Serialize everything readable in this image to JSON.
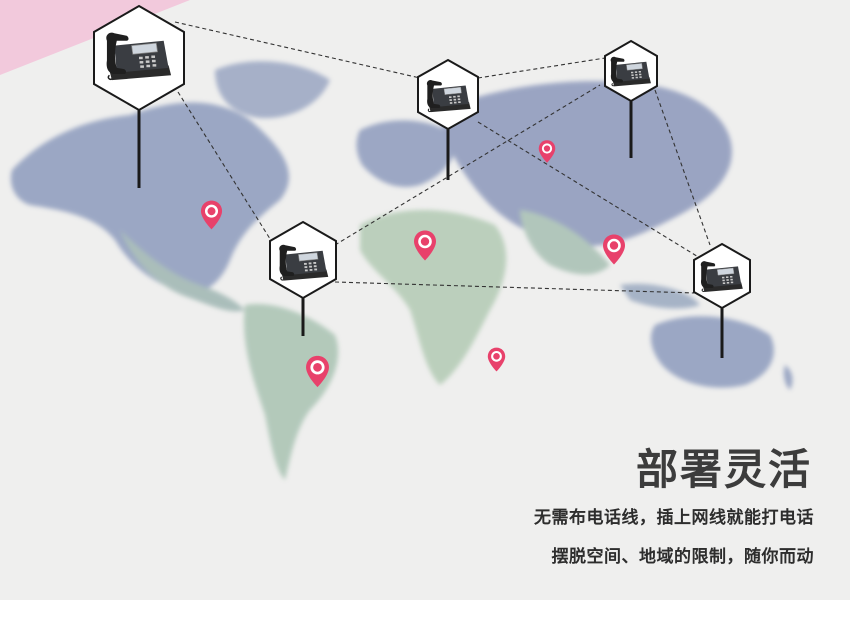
{
  "heading": "部署灵活",
  "lines": [
    "无需布电话线，插上网线就能打电话",
    "摆脱空间、地域的限制，随你而动"
  ],
  "colors": {
    "background": "#efefee",
    "map_land": "#8a97b8",
    "map_land_alt": "#a9c3b4",
    "pin": "#e8416b",
    "corner_accent": "#f2c9dc",
    "heading_text": "#3c3c3c"
  },
  "icons": [
    "ip-phone-icon",
    "location-pin-icon"
  ]
}
